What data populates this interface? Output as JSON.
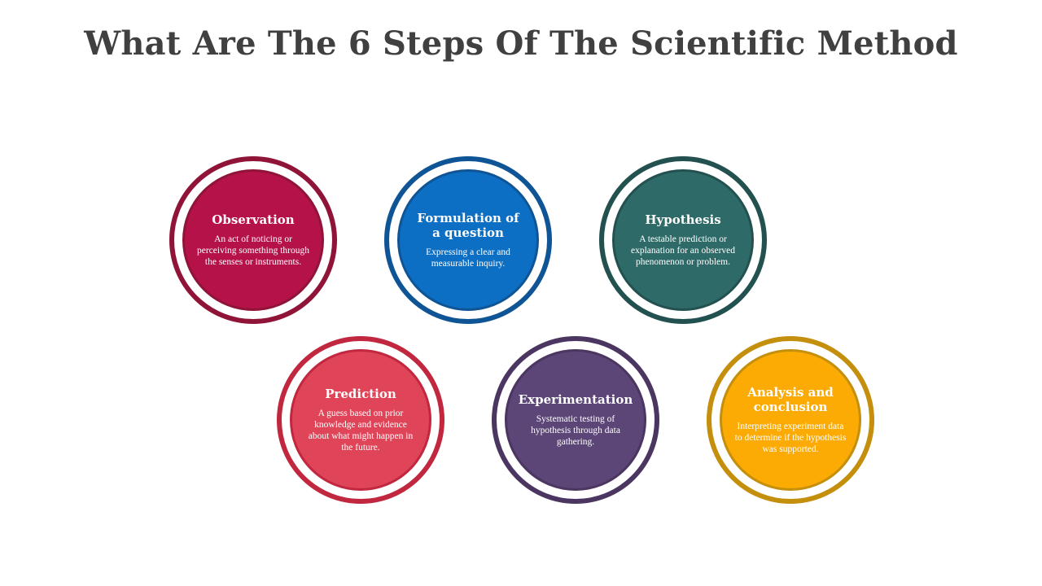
{
  "title": "What Are The 6 Steps Of The Scientific Method",
  "steps": [
    {
      "heading": "Observation",
      "description": "An act of noticing  or perceiving something through the senses or instruments.",
      "ring_color": "#8f1438",
      "fill_color": "#b5124a"
    },
    {
      "heading": "Formulation of a question",
      "description": "Expressing a clear and measurable inquiry.",
      "ring_color": "#0f5596",
      "fill_color": "#0d6fc4"
    },
    {
      "heading": "Hypothesis",
      "description": "A testable prediction or explanation for an observed phenomenon or problem.",
      "ring_color": "#22514f",
      "fill_color": "#2e6b68"
    },
    {
      "heading": "Prediction",
      "description": "A guess based on prior knowledge and evidence about what might happen in the future.",
      "ring_color": "#c22740",
      "fill_color": "#e04458"
    },
    {
      "heading": "Experimentation",
      "description": "Systematic testing of hypothesis through data gathering.",
      "ring_color": "#4a3660",
      "fill_color": "#5c4577"
    },
    {
      "heading": "Analysis and conclusion",
      "description": "Interpreting experiment data to determine if the hypothesis was supported.",
      "ring_color": "#c48f0c",
      "fill_color": "#fbab03"
    }
  ]
}
